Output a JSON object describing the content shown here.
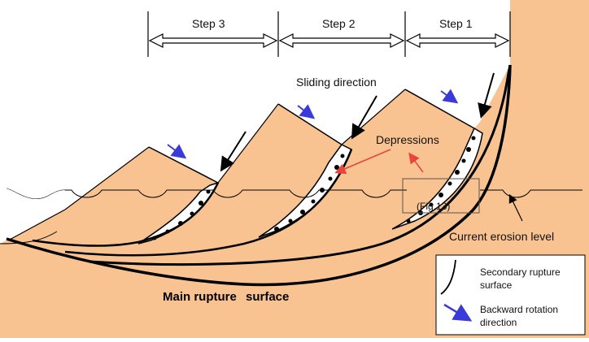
{
  "labels": {
    "step1": "Step 1",
    "step2": "Step 2",
    "step3": "Step 3",
    "sliding_direction": "Sliding direction",
    "depressions": "Depressions",
    "fig_ref": "(Fig.13)",
    "current_erosion_level": "Current erosion level",
    "main_rupture_surface_a": "Main rupture",
    "main_rupture_surface_b": "surface"
  },
  "legend": {
    "secondary_rupture_l1": "Secondary rupture",
    "secondary_rupture_l2": "surface",
    "backward_rotation_l1": "Backward rotation",
    "backward_rotation_l2": "direction"
  },
  "colors": {
    "fill": "#f9c391",
    "blue_arrow": "#3a3ad8",
    "red_arrow": "#e8453c",
    "line": "#000000"
  }
}
